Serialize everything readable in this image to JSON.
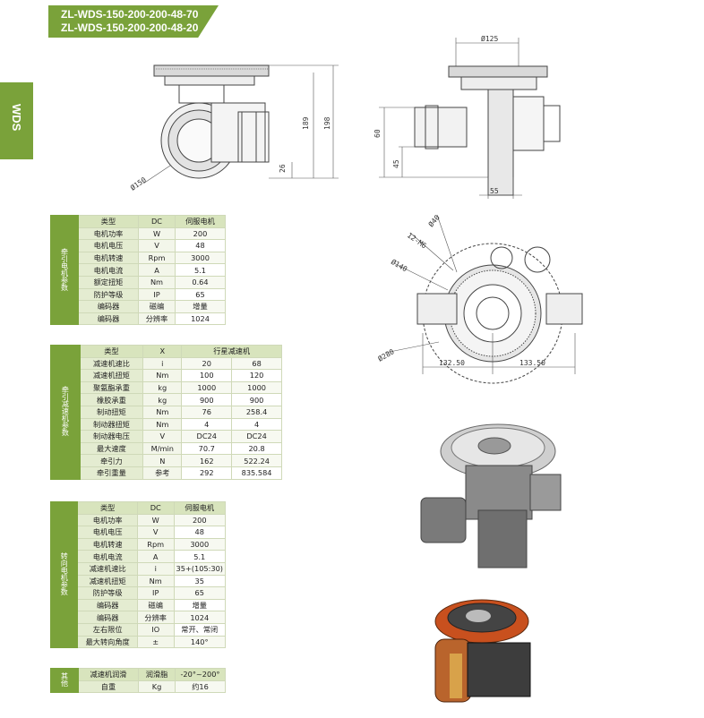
{
  "header": {
    "line1": "ZL-WDS-150-200-200-48-70",
    "line2": "ZL-WDS-150-200-200-48-20"
  },
  "side_tab": "WDS",
  "dims": {
    "d150": "Ø150",
    "h26": "26",
    "h189": "189",
    "h198": "198",
    "d125": "Ø125",
    "h60": "60",
    "h45": "45",
    "w55": "55",
    "d40": "Ø40",
    "m6": "12-M6",
    "d140": "Ø140",
    "d280": "Ø280",
    "w132": "132.50",
    "w133": "133.50"
  },
  "tables": [
    {
      "group": "牵引电机参数",
      "rows": [
        [
          "类型",
          "DC",
          "伺服电机"
        ],
        [
          "电机功率",
          "W",
          "200"
        ],
        [
          "电机电压",
          "V",
          "48"
        ],
        [
          "电机转速",
          "Rpm",
          "3000"
        ],
        [
          "电机电流",
          "A",
          "5.1"
        ],
        [
          "额定扭矩",
          "Nm",
          "0.64"
        ],
        [
          "防护等级",
          "IP",
          "65"
        ],
        [
          "编码器",
          "磁编",
          "增量"
        ],
        [
          "编码器",
          "分辨率",
          "1024"
        ]
      ]
    },
    {
      "group": "牵引减速机参数",
      "rows": [
        [
          "类型",
          "X",
          "行星减速机",
          ""
        ],
        [
          "减速机速比",
          "i",
          "20",
          "68"
        ],
        [
          "减速机扭矩",
          "Nm",
          "100",
          "120"
        ],
        [
          "聚氨酯承重",
          "kg",
          "1000",
          "1000"
        ],
        [
          "橡胶承重",
          "kg",
          "900",
          "900"
        ],
        [
          "制动扭矩",
          "Nm",
          "76",
          "258.4"
        ],
        [
          "制动器扭矩",
          "Nm",
          "4",
          "4"
        ],
        [
          "制动器电压",
          "V",
          "DC24",
          "DC24"
        ],
        [
          "最大速度",
          "M/min",
          "70.7",
          "20.8"
        ],
        [
          "牵引力",
          "N",
          "162",
          "522.24"
        ],
        [
          "牵引重量",
          "参考",
          "292",
          "835.584"
        ]
      ]
    },
    {
      "group": "转向电机参数",
      "rows": [
        [
          "类型",
          "DC",
          "伺服电机"
        ],
        [
          "电机功率",
          "W",
          "200"
        ],
        [
          "电机电压",
          "V",
          "48"
        ],
        [
          "电机转速",
          "Rpm",
          "3000"
        ],
        [
          "电机电流",
          "A",
          "5.1"
        ],
        [
          "减速机速比",
          "i",
          "35+(105:30)"
        ],
        [
          "减速机扭矩",
          "Nm",
          "35"
        ],
        [
          "防护等级",
          "IP",
          "65"
        ],
        [
          "编码器",
          "磁编",
          "增量"
        ],
        [
          "编码器",
          "分辨率",
          "1024"
        ],
        [
          "左右限位",
          "IO",
          "常开、常闭"
        ],
        [
          "最大转向角度",
          "±",
          "140°"
        ]
      ]
    },
    {
      "group": "其他",
      "rows": [
        [
          "减速机润滑",
          "润滑脂",
          "-20°~200°"
        ],
        [
          "自重",
          "Kg",
          "约16"
        ]
      ]
    }
  ],
  "colors": {
    "accent": "#7aa23a",
    "name_cell": "#e4ecd1",
    "wheel_orange": "#c8501e"
  }
}
